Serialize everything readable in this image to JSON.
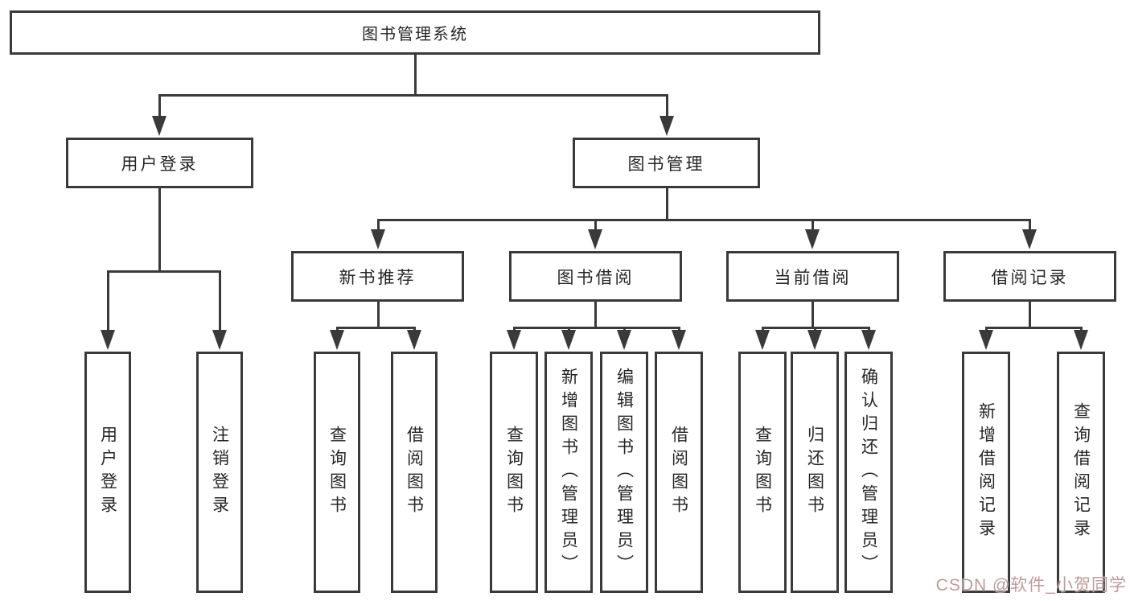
{
  "tree": {
    "root": "图书管理系统",
    "branches": [
      {
        "label": "用户登录",
        "children": [
          "用户登录",
          "注销登录"
        ]
      },
      {
        "label": "图书管理",
        "groups": [
          {
            "label": "新书推荐",
            "children": [
              "查询图书",
              "借阅图书"
            ]
          },
          {
            "label": "图书借阅",
            "children": [
              "查询图书",
              "新增图书（管理员）",
              "编辑图书（管理员）",
              "借阅图书"
            ]
          },
          {
            "label": "当前借阅",
            "children": [
              "查询图书",
              "归还图书",
              "确认归还（管理员）"
            ]
          },
          {
            "label": "借阅记录",
            "children": [
              "新增借阅记录",
              "查询借阅记录"
            ]
          }
        ]
      }
    ]
  },
  "watermark": {
    "text": "CSDN @软件_小贺同学"
  },
  "colors": {
    "line": "#3a3a3a",
    "text": "#262626",
    "watermark": "#c09a9a",
    "background": "#ffffff"
  }
}
